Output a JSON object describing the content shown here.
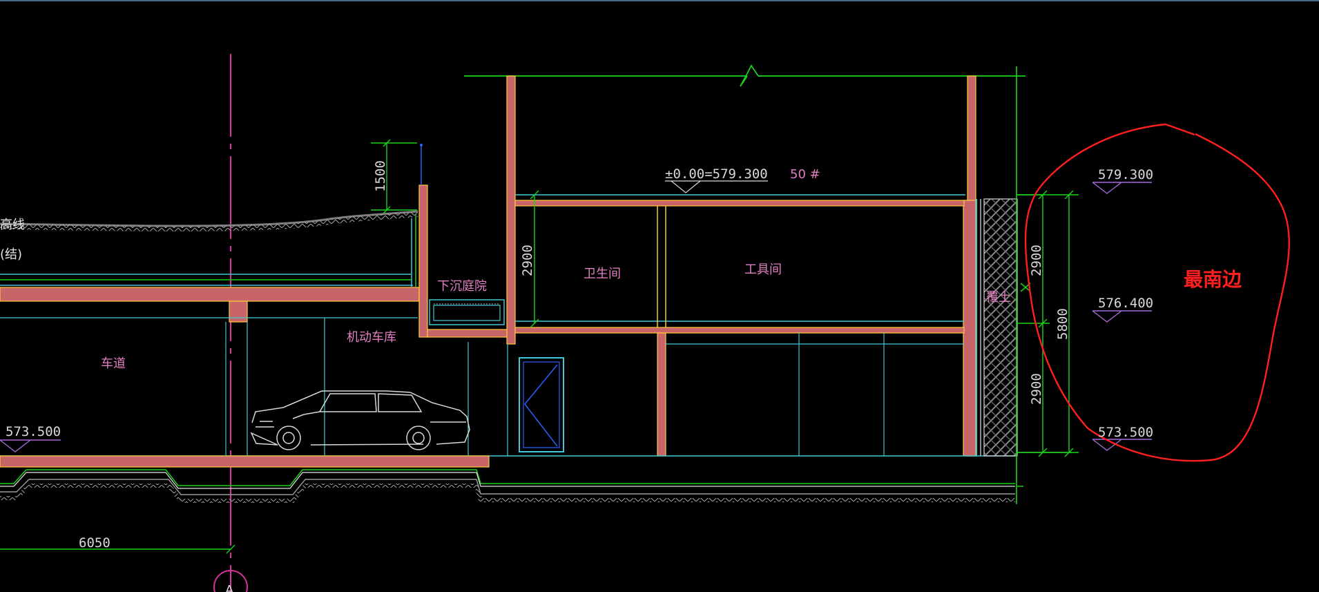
{
  "colors": {
    "background": "#000000",
    "wall_fill": "#c8656b",
    "wall_outline": "#ffcc33",
    "cyan": "#41c9d7",
    "green": "#19d419",
    "magenta": "#d55fd4",
    "label_pink": "#e27fc2",
    "white": "#e6e6e6",
    "red_markup": "#ff1f1f",
    "violet": "#a56ad8"
  },
  "labels": {
    "contour_line": "高线",
    "structure_note": "(结)",
    "driveway": "车道",
    "garage": "机动车库",
    "sunken_courtyard": "下沉庭院",
    "toilet": "卫生间",
    "tool_room": "工具间",
    "soil_cover": "覆土",
    "ground_level": "±0.00=579.300",
    "hash_note": "50 #",
    "south_edge_note": "最南边",
    "axis_a": "A"
  },
  "elevations": {
    "left_floor": "573.500",
    "right_top": "579.300",
    "right_mid": "576.400",
    "right_bottom": "573.500"
  },
  "dimensions": {
    "parapet": "1500",
    "room_height_left": "2900",
    "upper_right": "2900",
    "lower_right": "2900",
    "total_right": "5800",
    "bottom_span": "6050"
  },
  "icons": {
    "car": "sedan-side-view",
    "door": "door-elevation",
    "axis_marker": "axis-bubble",
    "leader_marker": "elevation-triangle"
  }
}
